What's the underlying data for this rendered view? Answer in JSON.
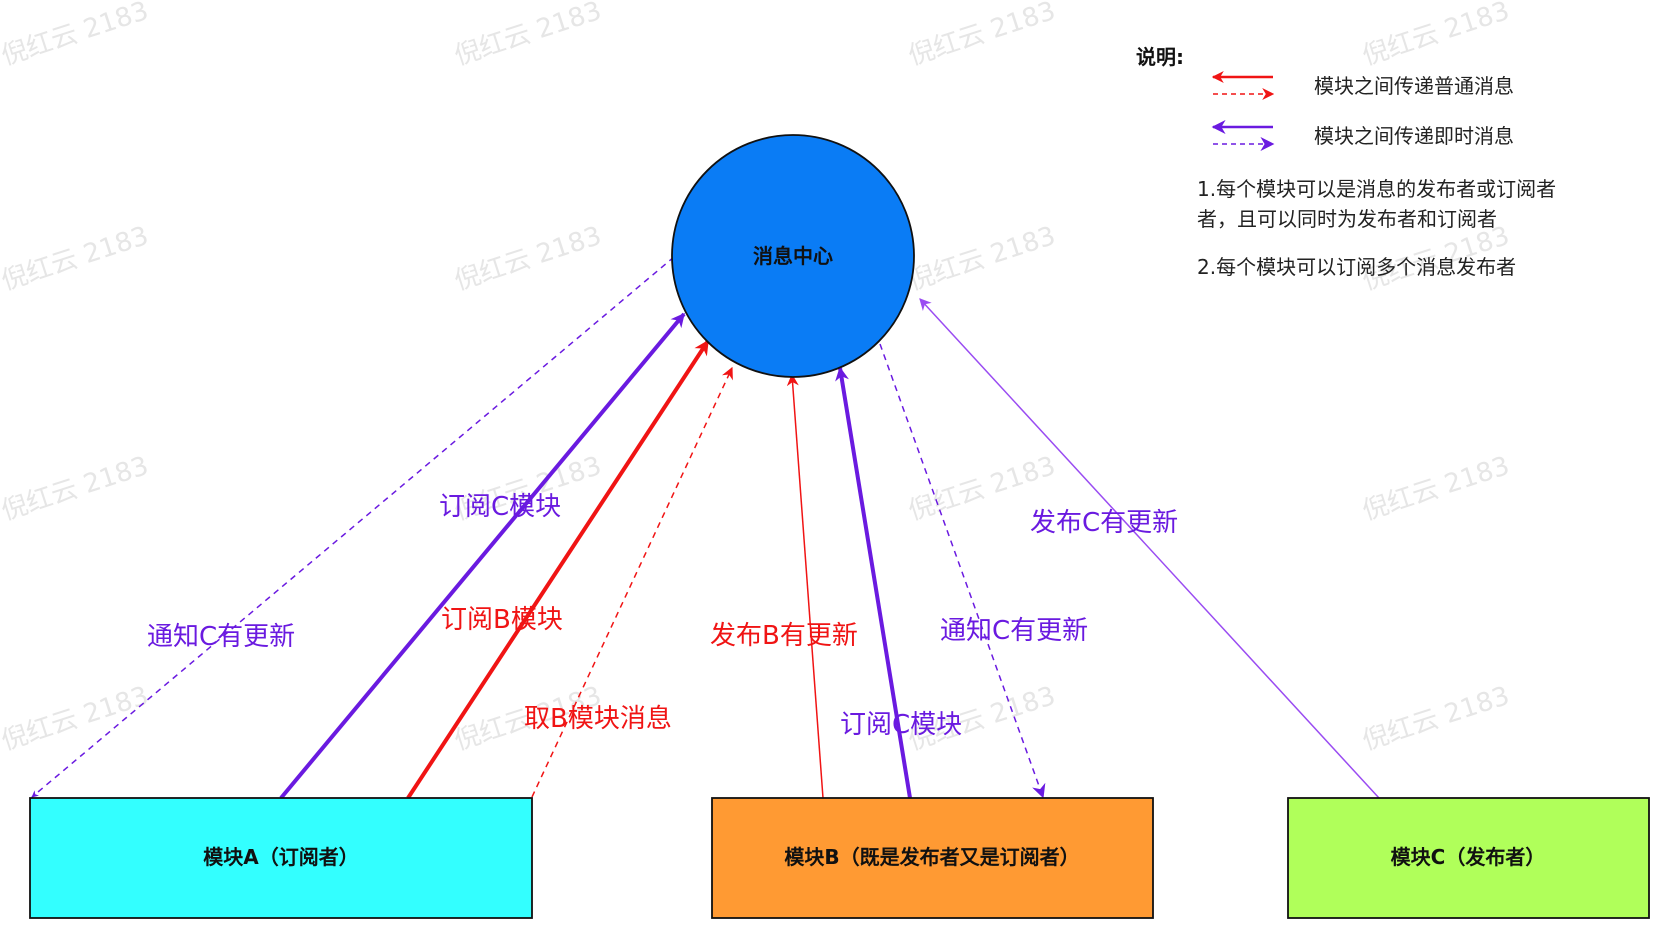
{
  "watermark": "倪红云 2183",
  "nodes": {
    "center": "消息中心",
    "module_a": "模块A（订阅者）",
    "module_b": "模块B（既是发布者又是订阅者）",
    "module_c": "模块C（发布者）"
  },
  "edge_labels": {
    "a_subscribe_c": "订阅C模块",
    "a_subscribe_b": "订阅B模块",
    "a_notify_c": "通知C有更新",
    "a_fetch_b": "取B模块消息",
    "b_publish": "发布B有更新",
    "b_notify_c": "通知C有更新",
    "b_subscribe_c": "订阅C模块",
    "c_publish": "发布C有更新"
  },
  "legend": {
    "title": "说明:",
    "normal": "模块之间传递普通消息",
    "instant": "模块之间传递即时消息",
    "note1_line1": "1.每个模块可以是消息的发布者或订阅者",
    "note1_line2": "者，且可以同时为发布者和订阅者",
    "note2": "2.每个模块可以订阅多个消息发布者"
  },
  "colors": {
    "center_fill": "#0a7cf5",
    "module_a_fill": "#33ffff",
    "module_b_fill": "#ff9a33",
    "module_c_fill": "#b0ff5a",
    "normal_message": "#f01414",
    "instant_message": "#6a1ae0",
    "instant_light": "#9a4cf2"
  }
}
